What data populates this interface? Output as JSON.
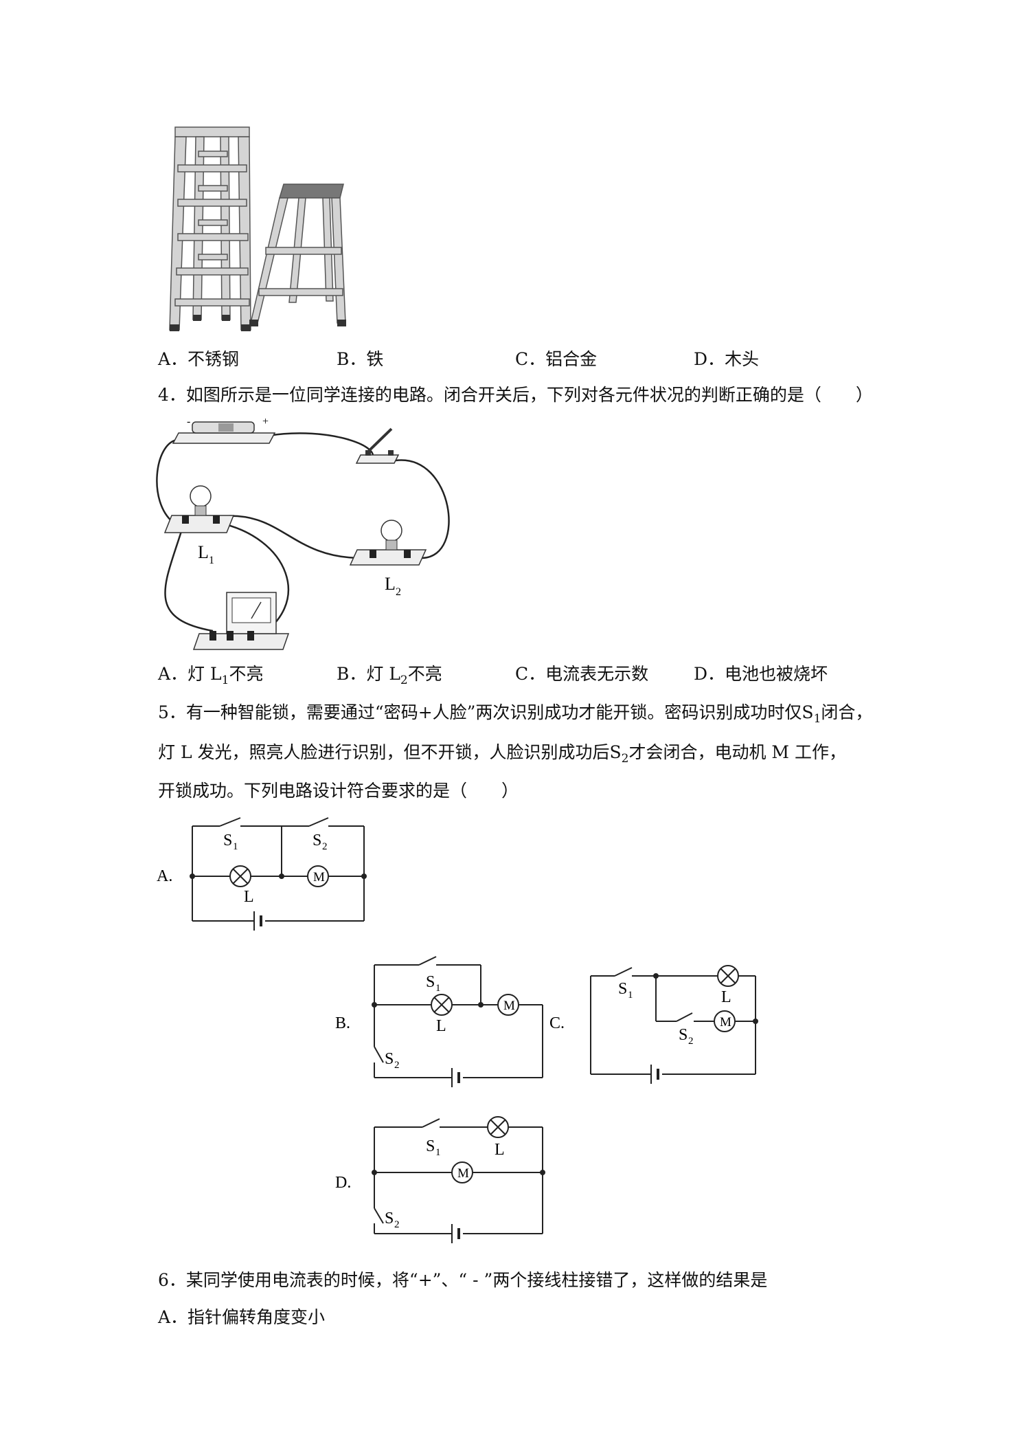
{
  "q3": {
    "options": [
      "A．不锈钢",
      "B．铁",
      "C．铝合金",
      "D．木头"
    ]
  },
  "q4": {
    "stem": "4．如图所示是一位同学连接的电路。闭合开关后，下列对各元件状况的判断正确的是（　　）",
    "figure_labels": {
      "bulb1": "L",
      "bulb1_sub": "1",
      "bulb2": "L",
      "bulb2_sub": "2",
      "battery_minus": "-",
      "battery_plus": "+"
    },
    "options": [
      {
        "pre": "A．灯 L",
        "sub": "1",
        "post": "不亮"
      },
      {
        "pre": "B．灯 L",
        "sub": "2",
        "post": "不亮"
      },
      {
        "pre": "C．电流表无示数",
        "sub": "",
        "post": ""
      },
      {
        "pre": "D．电池也被烧坏",
        "sub": "",
        "post": ""
      }
    ]
  },
  "q5": {
    "line1_a": "5．有一种智能锁，需要通过“密码+人脸”两次识别成功才能开锁。密码识别成功时仅",
    "s": "S",
    "s1_sub": "1",
    "line1_b": "闭合，",
    "line2_a": "灯 L 发光，照亮人脸进行识别，但不开锁，人脸识别成功后",
    "s2_sub": "2",
    "line2_b": "才会闭合，电动机 M 工作，",
    "line3": "开锁成功。下列电路设计符合要求的是（　　）",
    "circuit_labels": {
      "S": "S",
      "sub1": "1",
      "sub2": "2",
      "L": "L",
      "M": "M",
      "A": "A.",
      "B": "B.",
      "C": "C.",
      "D": "D."
    }
  },
  "q6": {
    "stem": "6．某同学使用电流表的时候，将“+”、“ - ”两个接线柱接错了，这样做的结果是",
    "option_a": "A．指针偏转角度变小"
  }
}
